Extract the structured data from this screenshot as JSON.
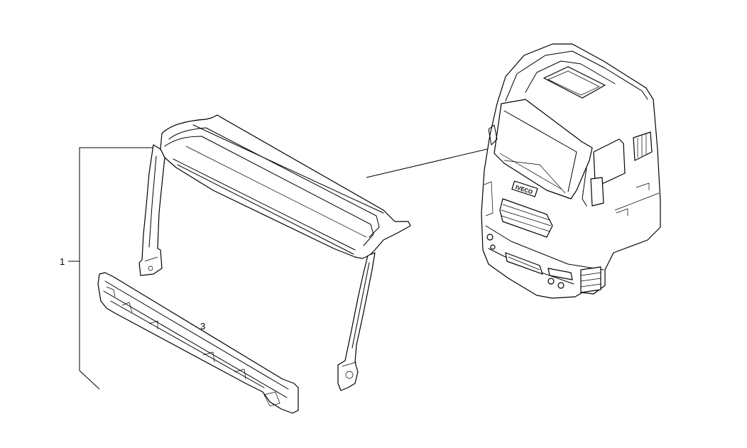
{
  "callouts": {
    "item_1": "1",
    "item_3": "3"
  },
  "truck": {
    "badge_text": "IVECO"
  },
  "colors": {
    "line": "#000000",
    "background": "#ffffff"
  }
}
